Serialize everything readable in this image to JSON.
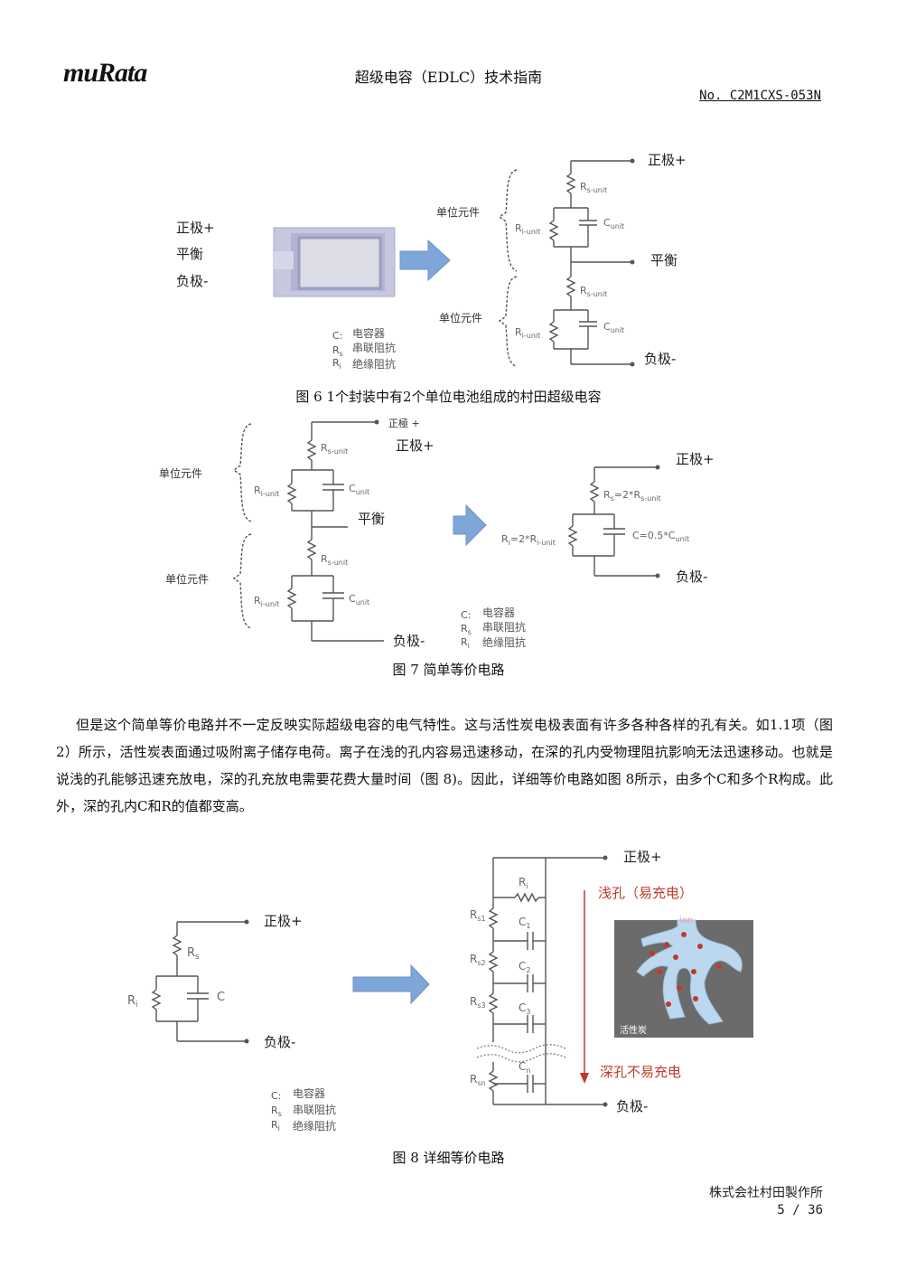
{
  "header": {
    "logo": "muRata",
    "title": "超级电容（EDLC）技术指南",
    "doc_no": "No. C2M1CXS-053N"
  },
  "fig6": {
    "left_labels": [
      "正极+",
      "平衡",
      "负极-"
    ],
    "unit_label": "单位元件",
    "rs": "R",
    "rs_sub": "s-unit",
    "ri": "R",
    "ri_sub": "i-unit",
    "c": "C",
    "c_sub": "unit",
    "pos": "正极+",
    "bal": "平衡",
    "neg": "负极-",
    "legend": [
      {
        "sym": "C:",
        "text": "电容器"
      },
      {
        "sym": "R",
        "sub": "s",
        "text": "串联阻抗"
      },
      {
        "sym": "R",
        "sub": "i",
        "text": "绝缘阻抗"
      }
    ],
    "caption": "图 6   1个封装中有2个单位电池组成的村田超级电容"
  },
  "fig7": {
    "top_label": "正極 +",
    "pos": "正极+",
    "bal": "平衡",
    "neg": "负极-",
    "unit_label": "单位元件",
    "rs_eq": "=2*R",
    "ri_eq": "=2*R",
    "c_eq": "C=0.5*C",
    "caption": "图 7   简单等价电路"
  },
  "paragraph": "但是这个简单等价电路并不一定反映实际超级电容的电气特性。这与活性炭电极表面有许多各种各样的孔有关。如1.1项（图 2）所示，活性炭表面通过吸附离子储存电荷。离子在浅的孔内容易迅速移动，在深的孔内受物理阻抗影响无法迅速移动。也就是说浅的孔能够迅速充放电，深的孔充放电需要花费大量时间（图 8)。因此，详细等价电路如图 8所示，由多个C和多个R构成。此外，深的孔内C和R的值都变高。",
  "fig8": {
    "pos": "正极+",
    "neg": "负极-",
    "rs": "R",
    "rs_sub": "s",
    "ri": "R",
    "ri_sub": "i",
    "c": "C",
    "series_labels": [
      "s1",
      "s2",
      "s3",
      "sn"
    ],
    "cap_labels": [
      "1",
      "2",
      "3",
      "n"
    ],
    "shallow": "浅孔（易充电）",
    "deep": "深孔不易充电",
    "ion": "ion",
    "carbon": "活性炭",
    "caption": "图 8   详细等价电路"
  },
  "footer": {
    "company": "株式会社村田製作所",
    "page": "5  /  36"
  },
  "colors": {
    "wire": "#555555",
    "arrow": "#7ea6d8",
    "red": "#c0392b",
    "photo": "#6b6b6b",
    "pore": "#bcd8ef"
  }
}
